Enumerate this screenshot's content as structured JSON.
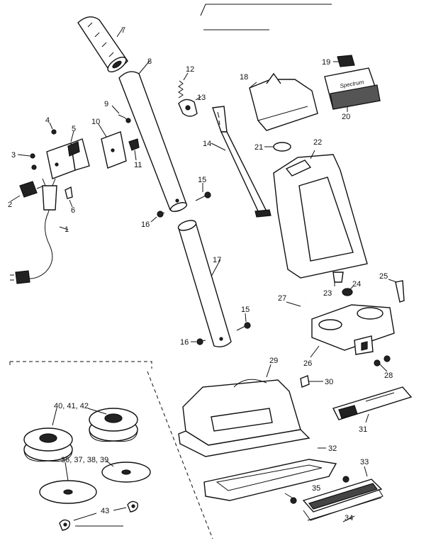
{
  "callouts": {
    "c1": "1",
    "c2": "2",
    "c3": "3",
    "c4": "4",
    "c5": "5",
    "c6": "6",
    "c7": "7",
    "c8": "8",
    "c9": "9",
    "c10": "10",
    "c11": "11",
    "c12": "12",
    "c13": "13",
    "c14": "14",
    "c15a": "15",
    "c15b": "15",
    "c16a": "16",
    "c16b": "16",
    "c17": "17",
    "c18": "18",
    "c19": "19",
    "c20": "20",
    "c21": "21",
    "c22": "22",
    "c23": "23",
    "c24": "24",
    "c25": "25",
    "c26": "26",
    "c27": "27",
    "c28": "28",
    "c29": "29",
    "c30": "30",
    "c31": "31",
    "c32": "32",
    "c33": "33",
    "c34": "34",
    "c35": "35",
    "c36": "36, 37, 38, 39",
    "c40": "40, 41, 42",
    "c43": "43"
  },
  "nameplate_text": "Spectrum"
}
